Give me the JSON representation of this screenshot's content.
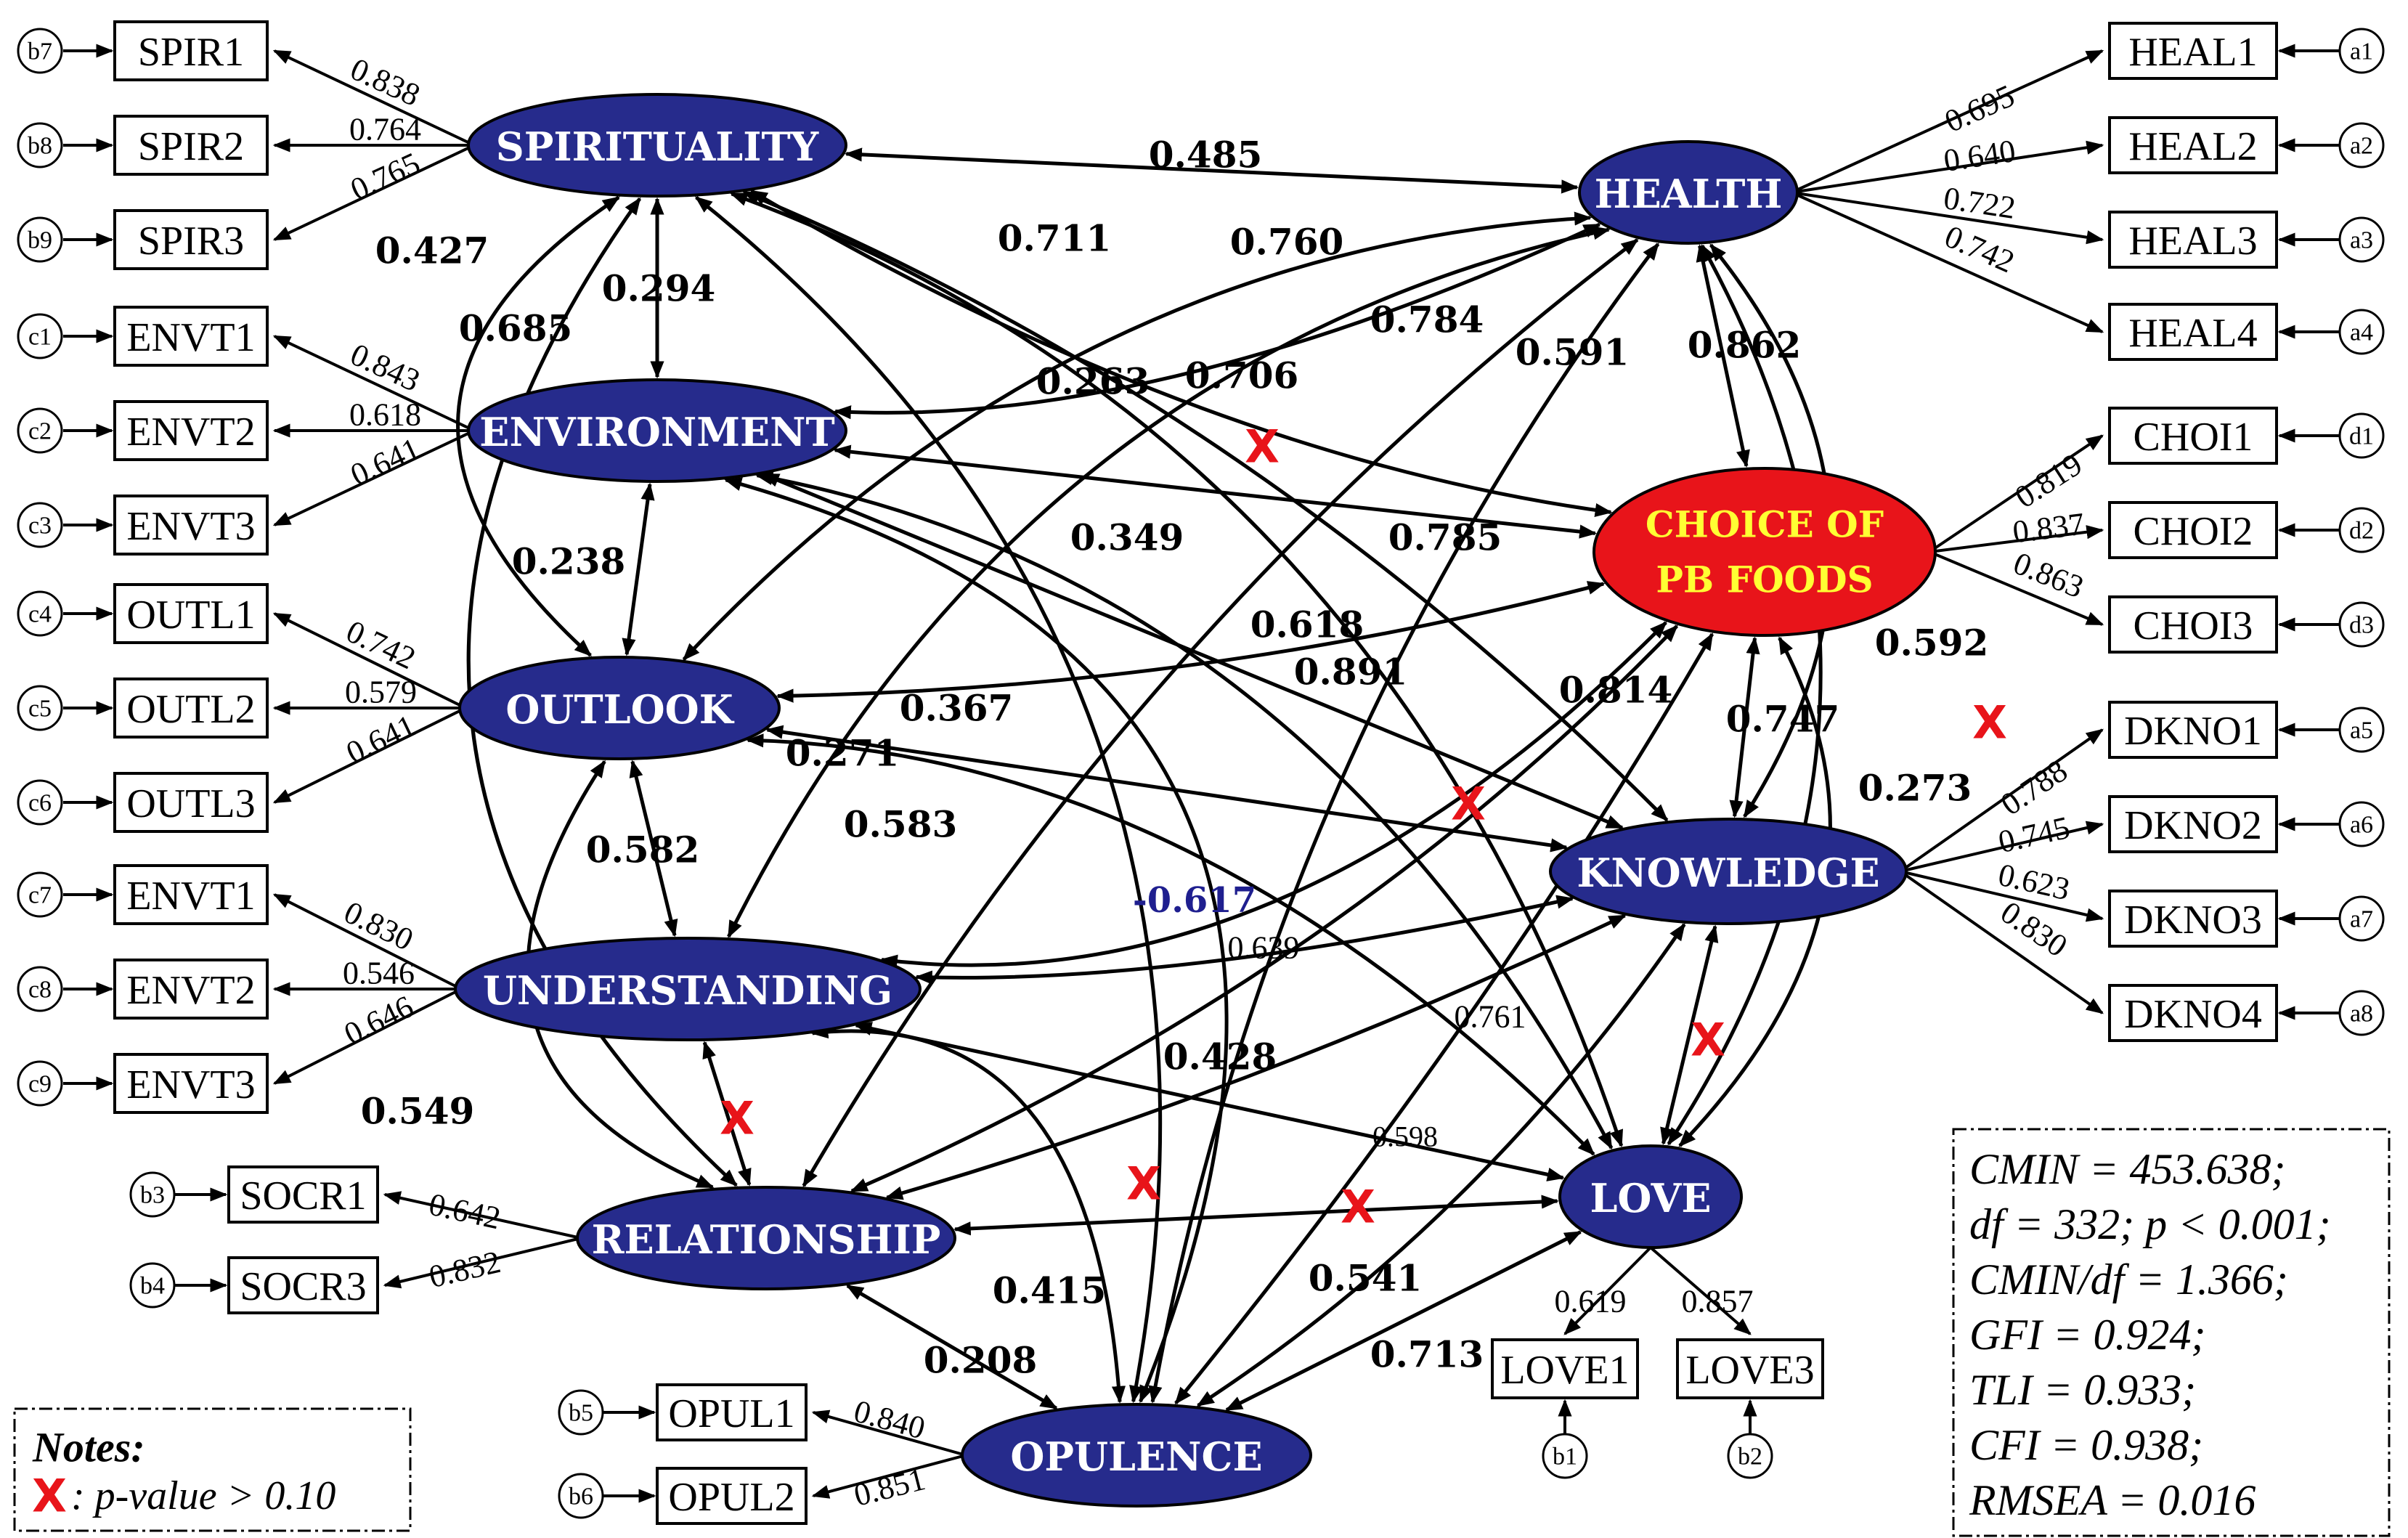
{
  "latents": [
    {
      "id": "spirituality",
      "label": "SPIRITUALITY",
      "color": "#262b8c"
    },
    {
      "id": "environment",
      "label": "ENVIRONMENT",
      "color": "#262b8c"
    },
    {
      "id": "outlook",
      "label": "OUTLOOK",
      "color": "#262b8c"
    },
    {
      "id": "understanding",
      "label": "UNDERSTANDING",
      "color": "#262b8c"
    },
    {
      "id": "relationship",
      "label": "RELATIONSHIP",
      "color": "#262b8c"
    },
    {
      "id": "opulence",
      "label": "OPULENCE",
      "color": "#262b8c"
    },
    {
      "id": "health",
      "label": "HEALTH",
      "color": "#262b8c"
    },
    {
      "id": "choice",
      "label": [
        "CHOICE OF",
        "PB FOODS"
      ],
      "color": "#e8141a",
      "text_color": "#ffff33"
    },
    {
      "id": "knowledge",
      "label": "KNOWLEDGE",
      "color": "#262b8c"
    },
    {
      "id": "love",
      "label": "LOVE",
      "color": "#262b8c"
    }
  ],
  "indicators": [
    {
      "latent": "spirituality",
      "label": "SPIR1",
      "error": "b7",
      "loading": "0.838"
    },
    {
      "latent": "spirituality",
      "label": "SPIR2",
      "error": "b8",
      "loading": "0.764"
    },
    {
      "latent": "spirituality",
      "label": "SPIR3",
      "error": "b9",
      "loading": "0.765"
    },
    {
      "latent": "environment",
      "label": "ENVT1",
      "error": "c1",
      "loading": "0.843"
    },
    {
      "latent": "environment",
      "label": "ENVT2",
      "error": "c2",
      "loading": "0.618"
    },
    {
      "latent": "environment",
      "label": "ENVT3",
      "error": "c3",
      "loading": "0.641"
    },
    {
      "latent": "outlook",
      "label": "OUTL1",
      "error": "c4",
      "loading": "0.742"
    },
    {
      "latent": "outlook",
      "label": "OUTL2",
      "error": "c5",
      "loading": "0.579"
    },
    {
      "latent": "outlook",
      "label": "OUTL3",
      "error": "c6",
      "loading": "0.641"
    },
    {
      "latent": "understanding",
      "label": "ENVT1",
      "error": "c7",
      "loading": "0.830"
    },
    {
      "latent": "understanding",
      "label": "ENVT2",
      "error": "c8",
      "loading": "0.546"
    },
    {
      "latent": "understanding",
      "label": "ENVT3",
      "error": "c9",
      "loading": "0.646"
    },
    {
      "latent": "relationship",
      "label": "SOCR1",
      "error": "b3",
      "loading": "0.642"
    },
    {
      "latent": "relationship",
      "label": "SOCR3",
      "error": "b4",
      "loading": "0.832"
    },
    {
      "latent": "opulence",
      "label": "OPUL1",
      "error": "b5",
      "loading": "0.840"
    },
    {
      "latent": "opulence",
      "label": "OPUL2",
      "error": "b6",
      "loading": "0.851"
    },
    {
      "latent": "health",
      "label": "HEAL1",
      "error": "a1",
      "loading": "0.695"
    },
    {
      "latent": "health",
      "label": "HEAL2",
      "error": "a2",
      "loading": "0.640"
    },
    {
      "latent": "health",
      "label": "HEAL3",
      "error": "a3",
      "loading": "0.722"
    },
    {
      "latent": "health",
      "label": "HEAL4",
      "error": "a4",
      "loading": "0.742"
    },
    {
      "latent": "choice",
      "label": "CHOI1",
      "error": "d1",
      "loading": "0.819"
    },
    {
      "latent": "choice",
      "label": "CHOI2",
      "error": "d2",
      "loading": "0.837"
    },
    {
      "latent": "choice",
      "label": "CHOI3",
      "error": "d3",
      "loading": "0.863"
    },
    {
      "latent": "knowledge",
      "label": "DKNO1",
      "error": "a5",
      "loading": "0.788"
    },
    {
      "latent": "knowledge",
      "label": "DKNO2",
      "error": "a6",
      "loading": "0.745"
    },
    {
      "latent": "knowledge",
      "label": "DKNO3",
      "error": "a7",
      "loading": "0.623"
    },
    {
      "latent": "knowledge",
      "label": "DKNO4",
      "error": "a8",
      "loading": "0.830"
    },
    {
      "latent": "love",
      "label": "LOVE1",
      "error": "b1",
      "loading": "0.619"
    },
    {
      "latent": "love",
      "label": "LOVE3",
      "error": "b2",
      "loading": "0.857"
    }
  ],
  "paths": [
    {
      "from": "spirituality",
      "to": "health",
      "value": "0.485",
      "significant": true
    },
    {
      "from": "spirituality",
      "to": "choice",
      "value": "0.711",
      "significant": true
    },
    {
      "from": "spirituality",
      "to": "environment",
      "value": "0.294",
      "significant": true
    },
    {
      "from": "spirituality",
      "to": "outlook",
      "value": "0.685",
      "significant": true
    },
    {
      "from": "spirituality",
      "to": "relationship",
      "value": "0.427",
      "significant": true
    },
    {
      "from": "spirituality",
      "to": "knowledge",
      "value": "0.263",
      "significant": true
    },
    {
      "from": "spirituality",
      "to": "love",
      "value": "0.349",
      "significant": true
    },
    {
      "from": "spirituality",
      "to": "opulence",
      "value": "",
      "significant": false
    },
    {
      "from": "environment",
      "to": "health",
      "value": "0.760",
      "significant": true
    },
    {
      "from": "environment",
      "to": "choice",
      "value": "",
      "significant": false
    },
    {
      "from": "environment",
      "to": "outlook",
      "value": "0.238",
      "significant": true
    },
    {
      "from": "environment",
      "to": "knowledge",
      "value": "",
      "significant": false
    },
    {
      "from": "environment",
      "to": "opulence",
      "value": "0.367",
      "significant": true
    },
    {
      "from": "environment",
      "to": "love",
      "value": "0.761",
      "significant": true
    },
    {
      "from": "outlook",
      "to": "health",
      "value": "0.706",
      "significant": true
    },
    {
      "from": "outlook",
      "to": "choice",
      "value": "0.785",
      "significant": true
    },
    {
      "from": "outlook",
      "to": "knowledge",
      "value": "0.271",
      "significant": true
    },
    {
      "from": "outlook",
      "to": "understanding",
      "value": "0.582",
      "significant": true
    },
    {
      "from": "outlook",
      "to": "love",
      "value": "0.583",
      "significant": true
    },
    {
      "from": "outlook",
      "to": "relationship",
      "value": "0.549",
      "significant": true
    },
    {
      "from": "understanding",
      "to": "health",
      "value": "0.784",
      "significant": true
    },
    {
      "from": "understanding",
      "to": "choice",
      "value": "0.891",
      "significant": true
    },
    {
      "from": "understanding",
      "to": "knowledge",
      "value": "0.639",
      "significant": true
    },
    {
      "from": "understanding",
      "to": "love",
      "value": "0.598",
      "significant": true
    },
    {
      "from": "understanding",
      "to": "relationship",
      "value": "",
      "significant": false
    },
    {
      "from": "understanding",
      "to": "opulence",
      "value": "0.415",
      "significant": true
    },
    {
      "from": "relationship",
      "to": "health",
      "value": "0.618",
      "significant": true
    },
    {
      "from": "relationship",
      "to": "choice",
      "value": "-0.617",
      "significant": true
    },
    {
      "from": "relationship",
      "to": "knowledge",
      "value": "0.428",
      "significant": true
    },
    {
      "from": "relationship",
      "to": "love",
      "value": "",
      "significant": false
    },
    {
      "from": "relationship",
      "to": "opulence",
      "value": "0.208",
      "significant": true
    },
    {
      "from": "opulence",
      "to": "health",
      "value": "0.591",
      "significant": true
    },
    {
      "from": "opulence",
      "to": "choice",
      "value": "0.814",
      "significant": true
    },
    {
      "from": "opulence",
      "to": "knowledge",
      "value": "0.541",
      "significant": true
    },
    {
      "from": "opulence",
      "to": "love",
      "value": "0.713",
      "significant": true
    },
    {
      "from": "health",
      "to": "choice",
      "value": "0.862",
      "significant": true
    },
    {
      "from": "health",
      "to": "knowledge",
      "value": "0.592",
      "significant": true
    },
    {
      "from": "health",
      "to": "love",
      "value": "",
      "significant": false
    },
    {
      "from": "choice",
      "to": "knowledge",
      "value": "0.747",
      "significant": true
    },
    {
      "from": "choice",
      "to": "love",
      "value": "0.273",
      "significant": true
    },
    {
      "from": "knowledge",
      "to": "love",
      "value": "",
      "significant": false
    }
  ],
  "fit_indices": [
    "CMIN = 453.638;",
    "df = 332; p < 0.001;",
    "CMIN/df = 1.366;",
    "GFI = 0.924;",
    "TLI = 0.933;",
    "CFI = 0.938;",
    "RMSEA = 0.016"
  ],
  "notes": {
    "title": "Notes:",
    "symbol": "X",
    "text": ": p-value > 0.10"
  },
  "colors": {
    "latent_fill": "#262b8c",
    "choice_fill": "#e8141a",
    "choice_text": "#ffff33",
    "ns_mark": "#e8141a",
    "negative_value": "#1f1f8f"
  }
}
